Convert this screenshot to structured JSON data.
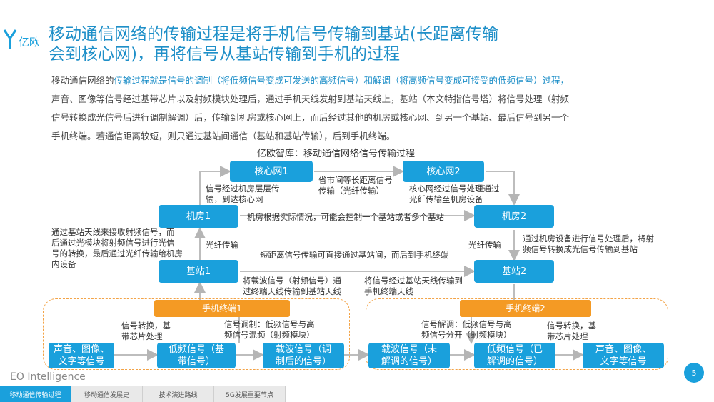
{
  "logo": {
    "text": "亿欧",
    "icon": "eo-logo-icon"
  },
  "title": {
    "line1": "移动通信网络的传输过程是将手机信号传输到基站(长距离传输",
    "line2": "会到核心网)，再将信号从基站传输到手机的过程"
  },
  "paragraph": {
    "l1_a": "移动通信网络的",
    "l1_b": "传输过程就是信号的调制（将低频信号变成可发送的高频信号）和解调（将高频信号变成可接受的低频信号）过程，",
    "l2": "声音、图像等信号经过基带芯片以及射频模块处理后，通过手机天线发射到基站天线上，基站（本文特指信号塔）将信号处理（射频",
    "l3": "信号转换成光信号后进行调制解调）后，传输到机房或核心网上，而后经过其他的机房或核心网、到另一个基站、最后信号到另一个",
    "l4": "手机终端。若通信距离较短，则只通过基站间通信（基站和基站传输），后到手机终端。"
  },
  "diagram": {
    "title": "亿欧智库：移动通信网络信号传输过程",
    "nodes": {
      "core1": "核心网1",
      "core2": "核心网2",
      "room1": "机房1",
      "room2": "机房2",
      "bs1": "基站1",
      "bs2": "基站2",
      "term1": "手机终端1",
      "term2": "手机终端2",
      "voice_l_1": "声音、图像、",
      "voice_l_2": "文字等信号",
      "low_l_1": "低频信号（基",
      "low_l_2": "带信号）",
      "carrier_l_1": "载波信号（调",
      "carrier_l_2": "制后的信号）",
      "carrier_r_1": "载波信号（未",
      "carrier_r_2": "解调的信号）",
      "low_r_1": "低频信号（已",
      "low_r_2": "解调的信号）",
      "voice_r_1": "声音、图像、",
      "voice_r_2": "文字等信号"
    },
    "labels": {
      "core_mid_1": "省市间等长距离信号",
      "core_mid_2": "传输（光纤传输）",
      "left_up_1": "信号经过机房层层传",
      "left_up_2": "输，到达核心网",
      "right_up_1": "核心网经过信号处理通过",
      "right_up_2": "光纤传输至机房设备",
      "room_mid": "机房根据实际情况，可能会控制一个基站或者多个基站",
      "left_desc_1": "通过基站天线来接收射频信号，而",
      "left_desc_2": "后通过光模块将射频信号进行光信",
      "left_desc_3": "号的转换，最后通过光纤传输给机房",
      "left_desc_4": "内设备",
      "fiber_left": "光纤传输",
      "fiber_right": "光纤传输",
      "right_desc_1": "通过机房设备进行信号处理后，将射",
      "right_desc_2": "频信号转换成光信号传输到基站",
      "short_range": "短距离信号传输可直接通过基站间，而后到手机终端",
      "bs1_bottom_1": "将载波信号（射频信号）通",
      "bs1_bottom_2": "过终端天线传输到基站天线",
      "bs2_bottom_1": "将信号经过基站天线传输到",
      "bs2_bottom_2": "手机终端天线",
      "conv_l_1": "信号转换，基",
      "conv_l_2": "带芯片处理",
      "mod_1": "信号调制：低频信号与高",
      "mod_2": "频信号混频（射频模块）",
      "demod_1": "信号解调：低频信号与高",
      "demod_2": "频信号分开（射频模块）",
      "conv_r_1": "信号转换，基",
      "conv_r_2": "带芯片处理"
    }
  },
  "footer": {
    "brand": "EO Intelligence",
    "page": "5",
    "tabs": [
      "移动通信传输过程",
      "移动通信发展史",
      "技术演进路线",
      "5G发展重要节点"
    ]
  },
  "colors": {
    "accent": "#1aa0dc",
    "title": "#1e8fc8",
    "orange": "#f49a24"
  }
}
